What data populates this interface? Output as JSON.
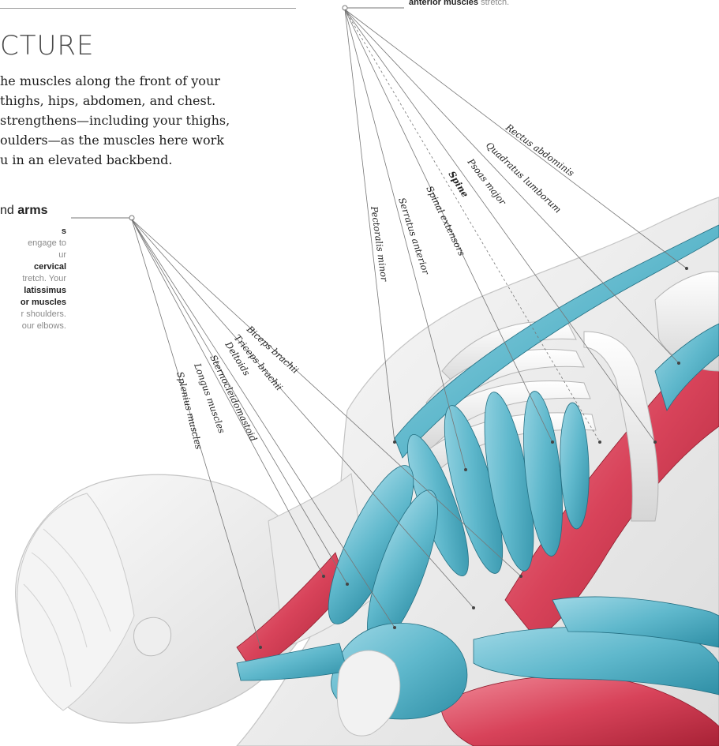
{
  "section_title": "CTURE",
  "intro_lines": [
    "he muscles along the front of your",
    "thighs, hips, abdomen, and chest.",
    "strengthens—including your thighs,",
    "oulders—as the muscles here work",
    "u in an elevated backbend."
  ],
  "top_callout": {
    "bold": "anterior muscles",
    "rest": " stretch."
  },
  "arms_callout": {
    "heading_pre": "nd ",
    "heading_bold": "arms",
    "lines": [
      {
        "pre": "",
        "bold": "s",
        "post": " engage to"
      },
      {
        "pre": "ur ",
        "bold": "cervical",
        "post": ""
      },
      {
        "pre": "tretch. Your",
        "bold": "",
        "post": ""
      },
      {
        "pre": "",
        "bold": "latissimus",
        "post": ""
      },
      {
        "pre": "",
        "bold": "or muscles",
        "post": ""
      },
      {
        "pre": "r shoulders.",
        "bold": "",
        "post": ""
      },
      {
        "pre": "our elbows.",
        "bold": "",
        "post": ""
      }
    ]
  },
  "labels_upper": [
    "Rectus abdominis",
    "Quadratus lumborum",
    "Psoas major",
    "Spine",
    "Spinal extensors",
    "Serratus anterior",
    "Pectoralis minor"
  ],
  "labels_lower": [
    "Biceps brachii",
    "Triceps brachii",
    "Deltoids",
    "Sternocleidomastoid",
    "Longus muscles",
    "Splenius muscles"
  ],
  "colors": {
    "muscle_blue": "#5fb8cc",
    "muscle_red": "#d8435a",
    "body_grey": "#e9e9e9",
    "outline": "#bdbdbd",
    "leader": "#777777"
  }
}
